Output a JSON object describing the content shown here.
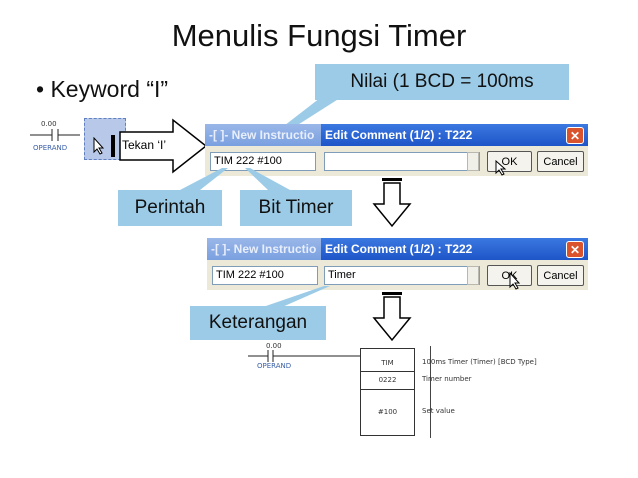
{
  "slide": {
    "title": "Menulis Fungsi Timer",
    "bullet": "• Keyword “I”"
  },
  "callouts": {
    "nilai": "Nilai (1 BCD = 100ms",
    "perintah": "Perintah",
    "bit_timer": "Bit Timer",
    "keterangan": "Keterangan",
    "tekan": "Tekan ‘I’"
  },
  "ladder_top": {
    "value": "0.00",
    "operand": "OPERAND"
  },
  "dialog1": {
    "new_instruction_title": "-[ ]- New Instructio",
    "instruction_value": "TIM 222 #100",
    "comment_title": "Edit Comment (1/2) : T222",
    "comment_value": "",
    "ok_label": "OK",
    "cancel_label": "Cancel"
  },
  "dialog2": {
    "new_instruction_title": "-[ ]- New Instructio",
    "instruction_value": "TIM 222 #100",
    "comment_title": "Edit Comment (1/2) : T222",
    "comment_value": "Timer",
    "ok_label": "OK",
    "cancel_label": "Cancel"
  },
  "ladder_result": {
    "contact_value": "0.00",
    "operand": "OPERAND",
    "block_name": "TIM",
    "block_number": "0222",
    "block_set": "#100",
    "desc_name": "100ms Timer (Timer) [BCD Type]",
    "desc_number": "Timer number",
    "desc_set": "Set value"
  },
  "icons": [
    "close-icon",
    "cursor-arrow-icon",
    "down-arrow-icon",
    "right-arrow-icon"
  ]
}
